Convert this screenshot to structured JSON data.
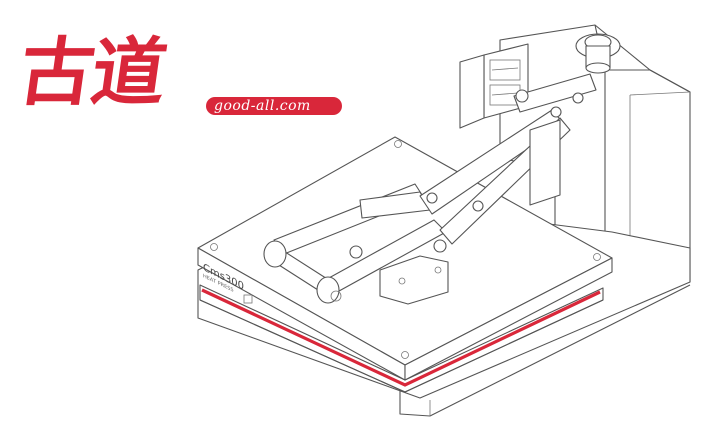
{
  "logo": {
    "chinese_text": "古道",
    "url_text": "good-all.com",
    "brand_color": "#d9273a"
  },
  "machine": {
    "label_primary": "Cms300",
    "label_secondary": "HEAT PRESS",
    "stroke_color": "#555555",
    "element_color": "#d9273a"
  }
}
